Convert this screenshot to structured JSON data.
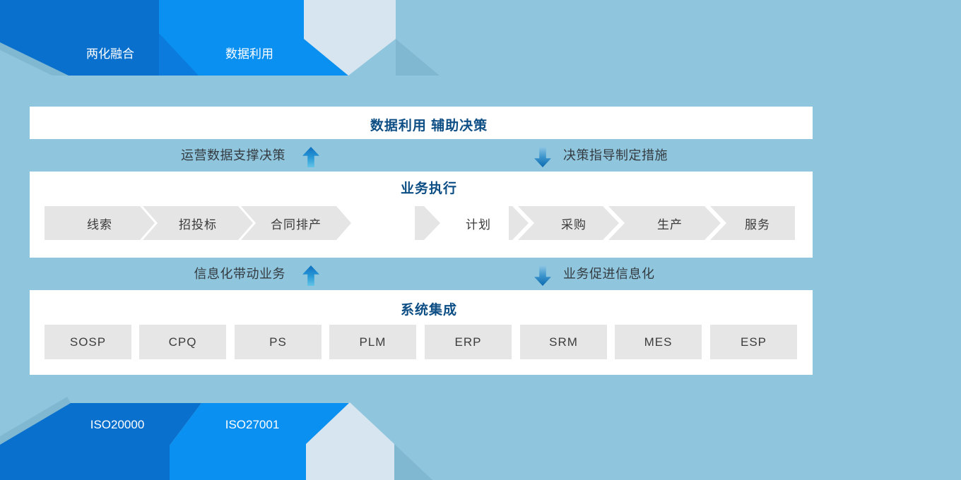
{
  "colors": {
    "background": "#90c6dd",
    "ribbon_dark_blue": "#0a70cd",
    "ribbon_bright_blue": "#0a90f0",
    "ribbon_light": "#d7e5f0",
    "title_navy": "#0d4e85",
    "step_gray": "#e5e5e5",
    "arrow_up_blue": "#0e6fc0",
    "arrow_down_blue": "#0b69af"
  },
  "header_ribbon": {
    "tabs": [
      {
        "label": "两化融合"
      },
      {
        "label": "数据利用"
      }
    ]
  },
  "footer_ribbon": {
    "tabs": [
      {
        "label": "ISO20000"
      },
      {
        "label": "ISO27001"
      }
    ]
  },
  "decision_bar": {
    "title": "数据利用 辅助决策"
  },
  "strip_top": {
    "left_label": "运营数据支撑决策",
    "right_label": "决策指导制定措施"
  },
  "execution_bar": {
    "title": "业务执行",
    "pre_steps": [
      "线索",
      "招投标",
      "合同排产"
    ],
    "plan_step": "计划",
    "exec_steps": [
      "采购",
      "生产",
      "服务"
    ]
  },
  "strip_bottom": {
    "left_label": "信息化带动业务",
    "right_label": "业务促进信息化"
  },
  "integration_bar": {
    "title": "系统集成",
    "systems": [
      "SOSP",
      "CPQ",
      "PS",
      "PLM",
      "ERP",
      "SRM",
      "MES",
      "ESP"
    ]
  }
}
